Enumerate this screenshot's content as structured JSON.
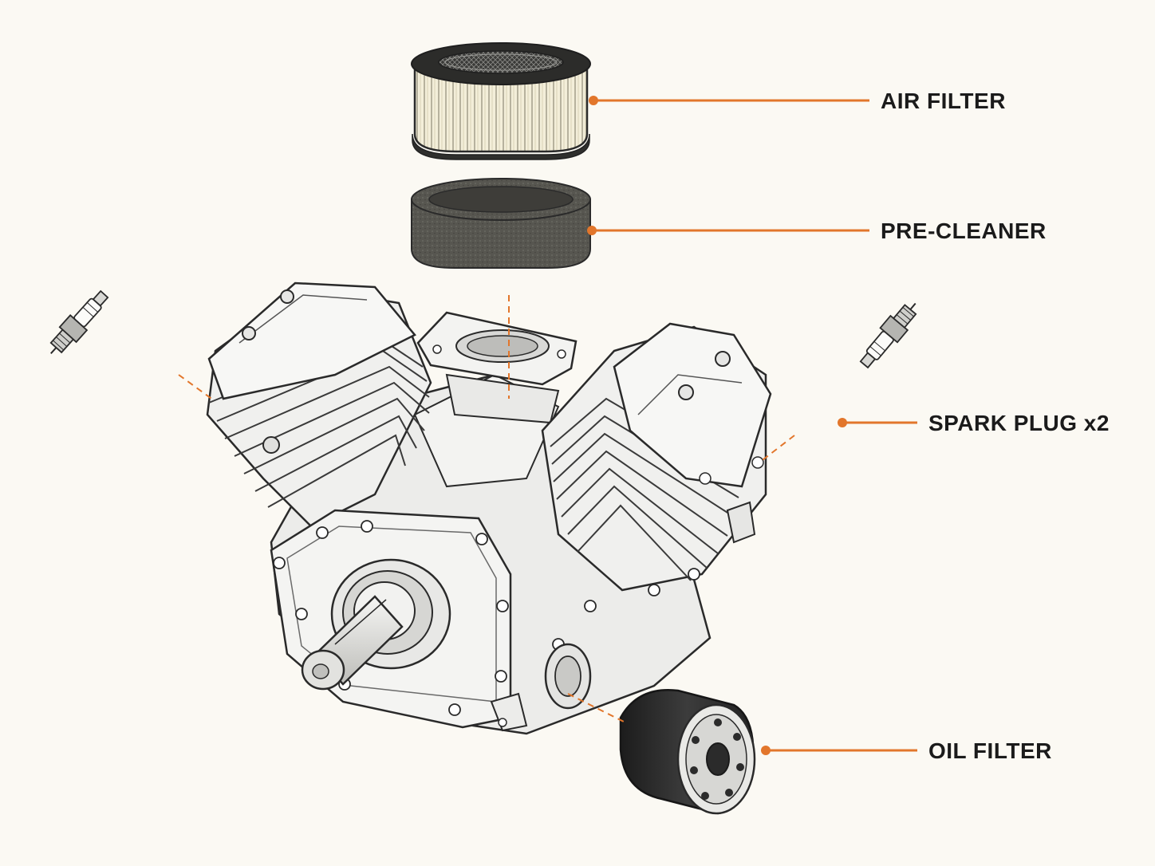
{
  "labels": {
    "air_filter": "AIR FILTER",
    "pre_cleaner": "PRE-CLEANER",
    "spark_plug": "SPARK PLUG x2",
    "oil_filter": "OIL FILTER"
  },
  "colors": {
    "background": "#fbf9f3",
    "leader": "#e2762b",
    "label_text": "#1b1b1b",
    "outline": "#2a2a2a",
    "engine_fill": "#eeeeec",
    "filter_pleat": "#f1ecd6",
    "foam": "#55544f",
    "oil_filter_body": "#2b2b2b"
  }
}
